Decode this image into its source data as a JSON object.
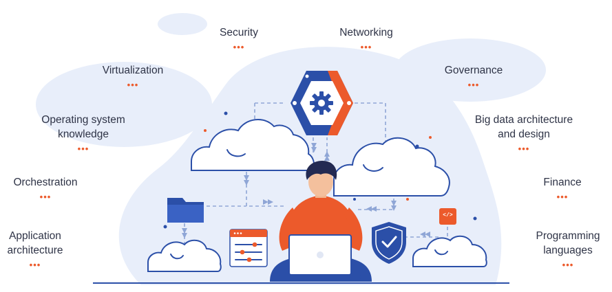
{
  "colors": {
    "accent": "#ec5a2b",
    "primary_blue": "#2b4fa8",
    "light_blue": "#e8eefa",
    "navy": "#232a52",
    "text": "#2e3346"
  },
  "icons": [
    "gear-icon",
    "cloud-icon",
    "folder-icon",
    "shield-check-icon",
    "code-icon",
    "settings-panel-icon",
    "laptop-icon"
  ],
  "skills": {
    "security": "Security",
    "networking": "Networking",
    "virtualization": "Virtualization",
    "governance": "Governance",
    "os_line1": "Operating system",
    "os_line2": "knowledge",
    "bigdata_line1": "Big data architecture",
    "bigdata_line2": "and design",
    "orchestration": "Orchestration",
    "finance": "Finance",
    "apparch_line1": "Application",
    "apparch_line2": "architecture",
    "prog_line1": "Programming",
    "prog_line2": "languages"
  },
  "dots": "•••",
  "code_icon_text": "</>"
}
